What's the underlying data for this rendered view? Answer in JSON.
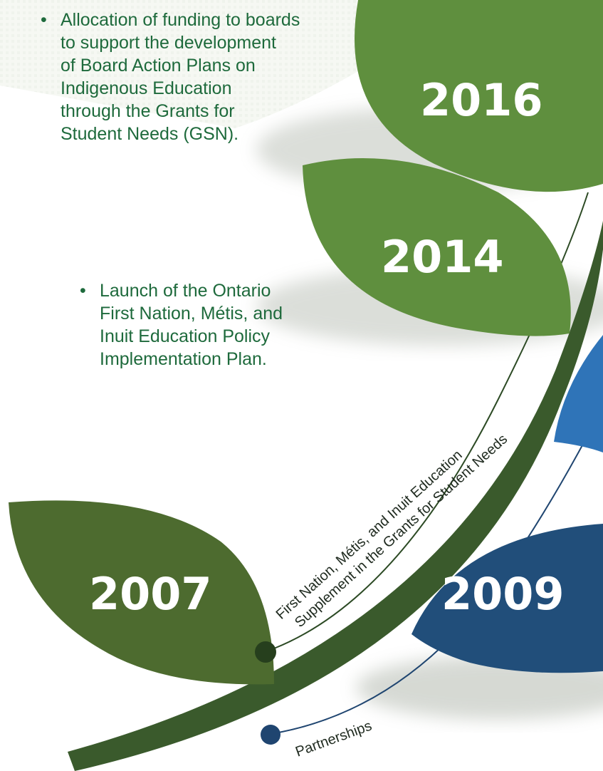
{
  "bullets": {
    "b2016": {
      "marker": "•",
      "lines": [
        "Allocation of funding to boards",
        "to support the development",
        "of Board Action Plans on",
        "Indigenous Education",
        "through the Grants for",
        "Student Needs (GSN)."
      ]
    },
    "b2014": {
      "marker": "•",
      "lines": [
        "Launch of the Ontario",
        "First Nation, Métis, and",
        "Inuit Education Policy",
        "Implementation Plan."
      ]
    }
  },
  "years": {
    "y2016": "2016",
    "y2014": "2014",
    "y2007": "2007",
    "y2009": "2009"
  },
  "curve_labels": {
    "supplement_line1": "First Nation, Métis, and Inuit Education",
    "supplement_line2": "Supplement in the Grants for Student Needs",
    "partnerships": "Partnerships"
  },
  "colors": {
    "leaf_light_green": "#5f8f3e",
    "leaf_mid_green": "#4d6b2f",
    "stem_dark_green": "#3a5a2c",
    "leaf_dark_blue": "#214e7a",
    "leaf_light_blue": "#2f74b8",
    "text_green": "#1e6a3c"
  }
}
